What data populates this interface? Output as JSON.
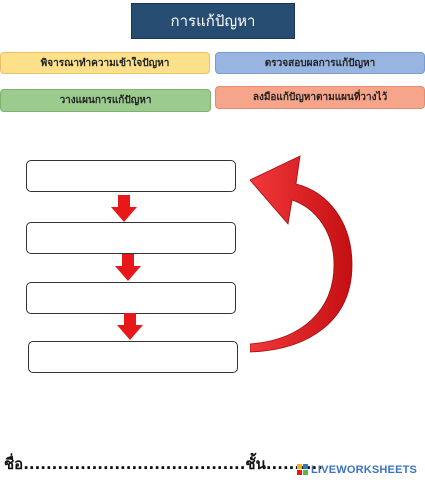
{
  "title": "การแก้ปัญหา",
  "cards": [
    {
      "label": "พิจารณาทำความเข้าใจปัญหา",
      "color": "#fde08a"
    },
    {
      "label": "ตรวจสอบผลการแก้ปัญหา",
      "color": "#98b5e2"
    },
    {
      "label": "วางแผนการแก้ปัญหา",
      "color": "#9bcc8d"
    },
    {
      "label": "ลงมือแก้ปัญหาตามแผนที่วางไว้",
      "color": "#f6a58a"
    }
  ],
  "answer_slots": [
    "",
    "",
    "",
    ""
  ],
  "footer": {
    "name_line": "ชื่อ.......................................ชั้น..........",
    "brand": "LIVEWORKSHEETS"
  },
  "colors": {
    "title_bg": "#264c72",
    "arrow": "#e8171a",
    "brand": "#3a74c1"
  },
  "icons": [
    "arrow-down-icon",
    "curved-return-arrow-icon",
    "liveworksheets-logo-icon"
  ]
}
